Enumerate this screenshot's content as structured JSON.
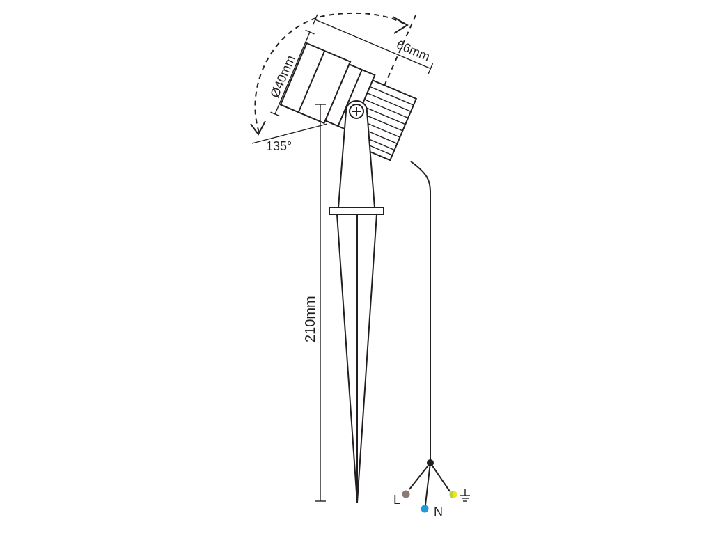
{
  "dimensions": {
    "diameter": "Ø40mm",
    "length": "66mm",
    "angle": "135°",
    "height": "210mm"
  },
  "wires": {
    "live": {
      "label": "L",
      "color": "#8c7b75"
    },
    "neutral": {
      "label": "N",
      "color": "#1f9ad6"
    },
    "earth": {
      "symbol": "earth-ground-icon",
      "colors": [
        "#b6d43c",
        "#f2e41a"
      ]
    }
  }
}
